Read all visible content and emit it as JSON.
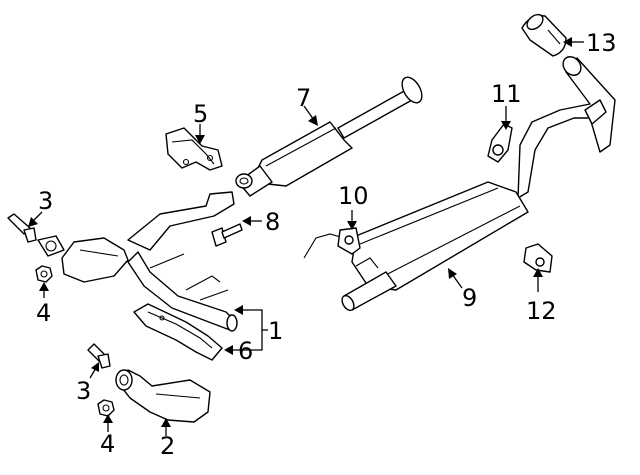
{
  "diagram": {
    "callouts": {
      "c1": "1",
      "c2": "2",
      "c3a": "3",
      "c3b": "3",
      "c4a": "4",
      "c4b": "4",
      "c5": "5",
      "c6": "6",
      "c7": "7",
      "c8": "8",
      "c9": "9",
      "c10": "10",
      "c11": "11",
      "c12": "12",
      "c13": "13"
    }
  }
}
